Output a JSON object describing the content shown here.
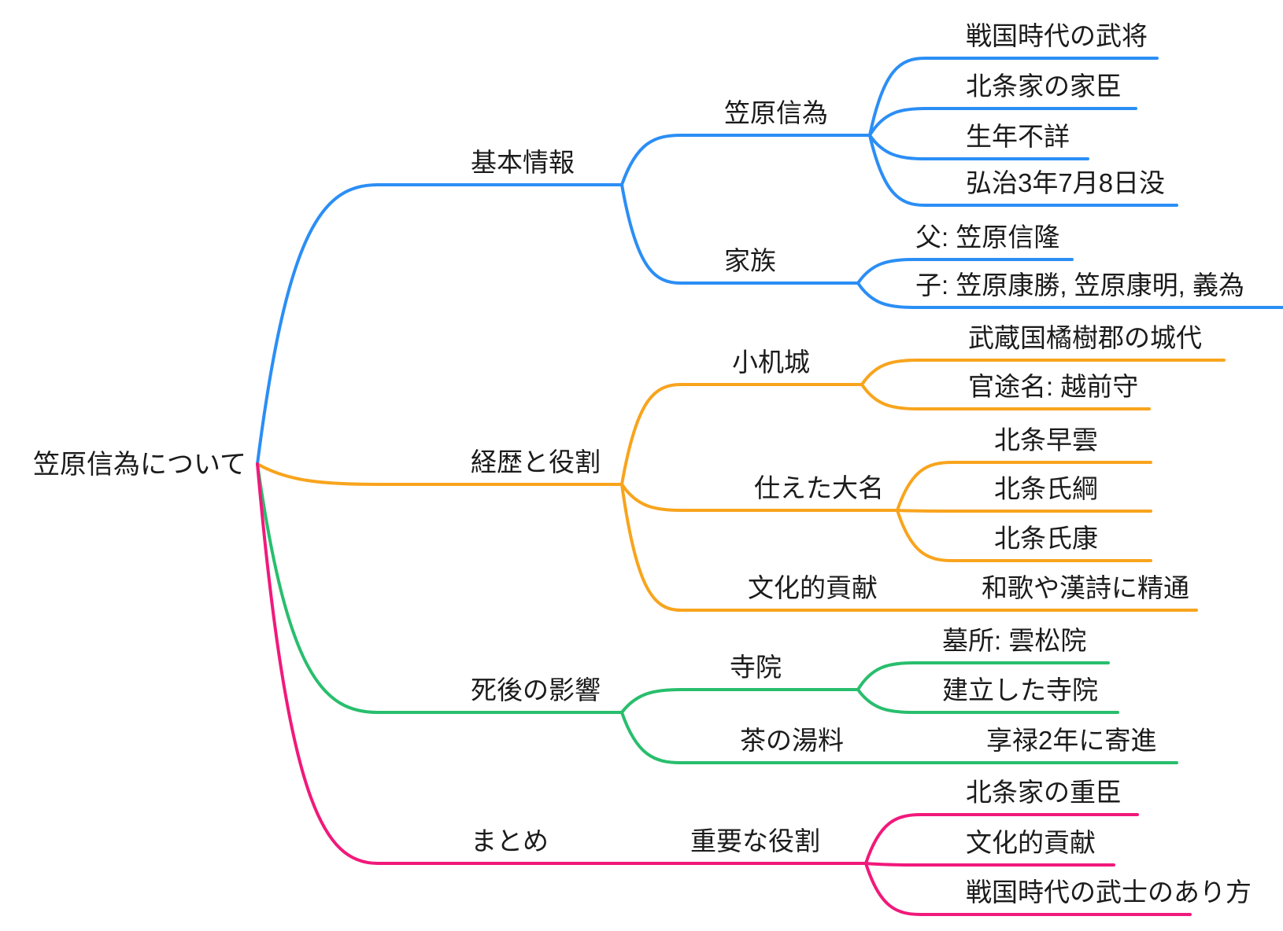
{
  "palette": {
    "blue": "#2b8ef5",
    "orange": "#f8a41d",
    "green": "#28be6d",
    "pink": "#f1197b"
  },
  "text_color": "#1b1b1b",
  "background": "#ffffff",
  "mindmap": {
    "label": "笠原信為について",
    "children": [
      {
        "label": "基本情報",
        "color": "blue",
        "children": [
          {
            "label": "笠原信為",
            "children": [
              {
                "label": "戦国時代の武将"
              },
              {
                "label": "北条家の家臣"
              },
              {
                "label": "生年不詳"
              },
              {
                "label": "弘治3年7月8日没"
              }
            ]
          },
          {
            "label": "家族",
            "children": [
              {
                "label": "父: 笠原信隆"
              },
              {
                "label": "子: 笠原康勝, 笠原康明, 義為"
              }
            ]
          }
        ]
      },
      {
        "label": "経歴と役割",
        "color": "orange",
        "children": [
          {
            "label": "小机城",
            "children": [
              {
                "label": "武蔵国橘樹郡の城代"
              },
              {
                "label": "官途名: 越前守"
              }
            ]
          },
          {
            "label": "仕えた大名",
            "children": [
              {
                "label": "北条早雲"
              },
              {
                "label": "北条氏綱"
              },
              {
                "label": "北条氏康"
              }
            ]
          },
          {
            "label": "文化的貢献",
            "children": [
              {
                "label": "和歌や漢詩に精通"
              }
            ]
          }
        ]
      },
      {
        "label": "死後の影響",
        "color": "green",
        "children": [
          {
            "label": "寺院",
            "children": [
              {
                "label": "墓所: 雲松院"
              },
              {
                "label": "建立した寺院"
              }
            ]
          },
          {
            "label": "茶の湯料",
            "children": [
              {
                "label": "享禄2年に寄進"
              }
            ]
          }
        ]
      },
      {
        "label": "まとめ",
        "color": "pink",
        "children": [
          {
            "label": "重要な役割",
            "children": [
              {
                "label": "北条家の重臣"
              },
              {
                "label": "文化的貢献"
              },
              {
                "label": "戦国時代の武士のあり方"
              }
            ]
          }
        ]
      }
    ]
  }
}
